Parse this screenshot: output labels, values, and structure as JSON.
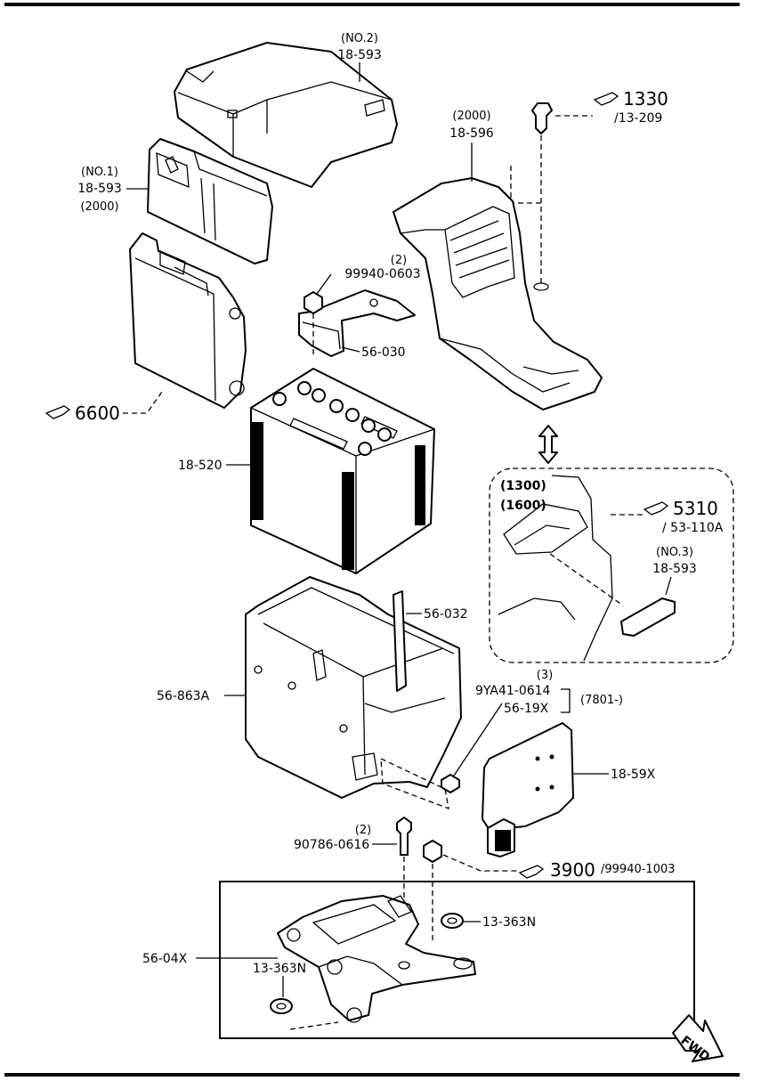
{
  "parts": {
    "cover_no2": {
      "qualifier": "(NO.2)",
      "code": "18-593"
    },
    "cover_no1": {
      "qualifier": "(NO.1)",
      "code": "18-593",
      "note": "(2000)"
    },
    "duct": {
      "qualifier": "(2000)",
      "code": "18-596"
    },
    "clip_ref": {
      "ref": "1330",
      "sub": "/13-209"
    },
    "nut_top": {
      "qty": "(2)",
      "code": "99940-0603"
    },
    "bracket": {
      "code": "56-030"
    },
    "ecu_ref": {
      "ref": "6600"
    },
    "battery": {
      "code": "18-520"
    },
    "detail": {
      "year1": "(1300)",
      "year2": "(1600)",
      "ref": "5310",
      "sub": "/ 53-110A",
      "qualifier": "(NO.3)",
      "code": "18-593"
    },
    "rod": {
      "code": "56-032"
    },
    "tray": {
      "code": "56-863A"
    },
    "bolt_group": {
      "qty": "(3)",
      "code1": "9YA41-0614",
      "code2": "56-19X",
      "note": "(7801-)"
    },
    "shield": {
      "code": "18-59X"
    },
    "bolt_bottom": {
      "qty": "(2)",
      "code": "90786-0616"
    },
    "nut_bottom_ref": {
      "ref": "3900",
      "sub": "/99940-1003"
    },
    "grommet_right": {
      "code": "13-363N"
    },
    "grommet_left": {
      "code": "13-363N"
    },
    "carrier": {
      "code": "56-04X"
    }
  },
  "fwd": "FWD"
}
